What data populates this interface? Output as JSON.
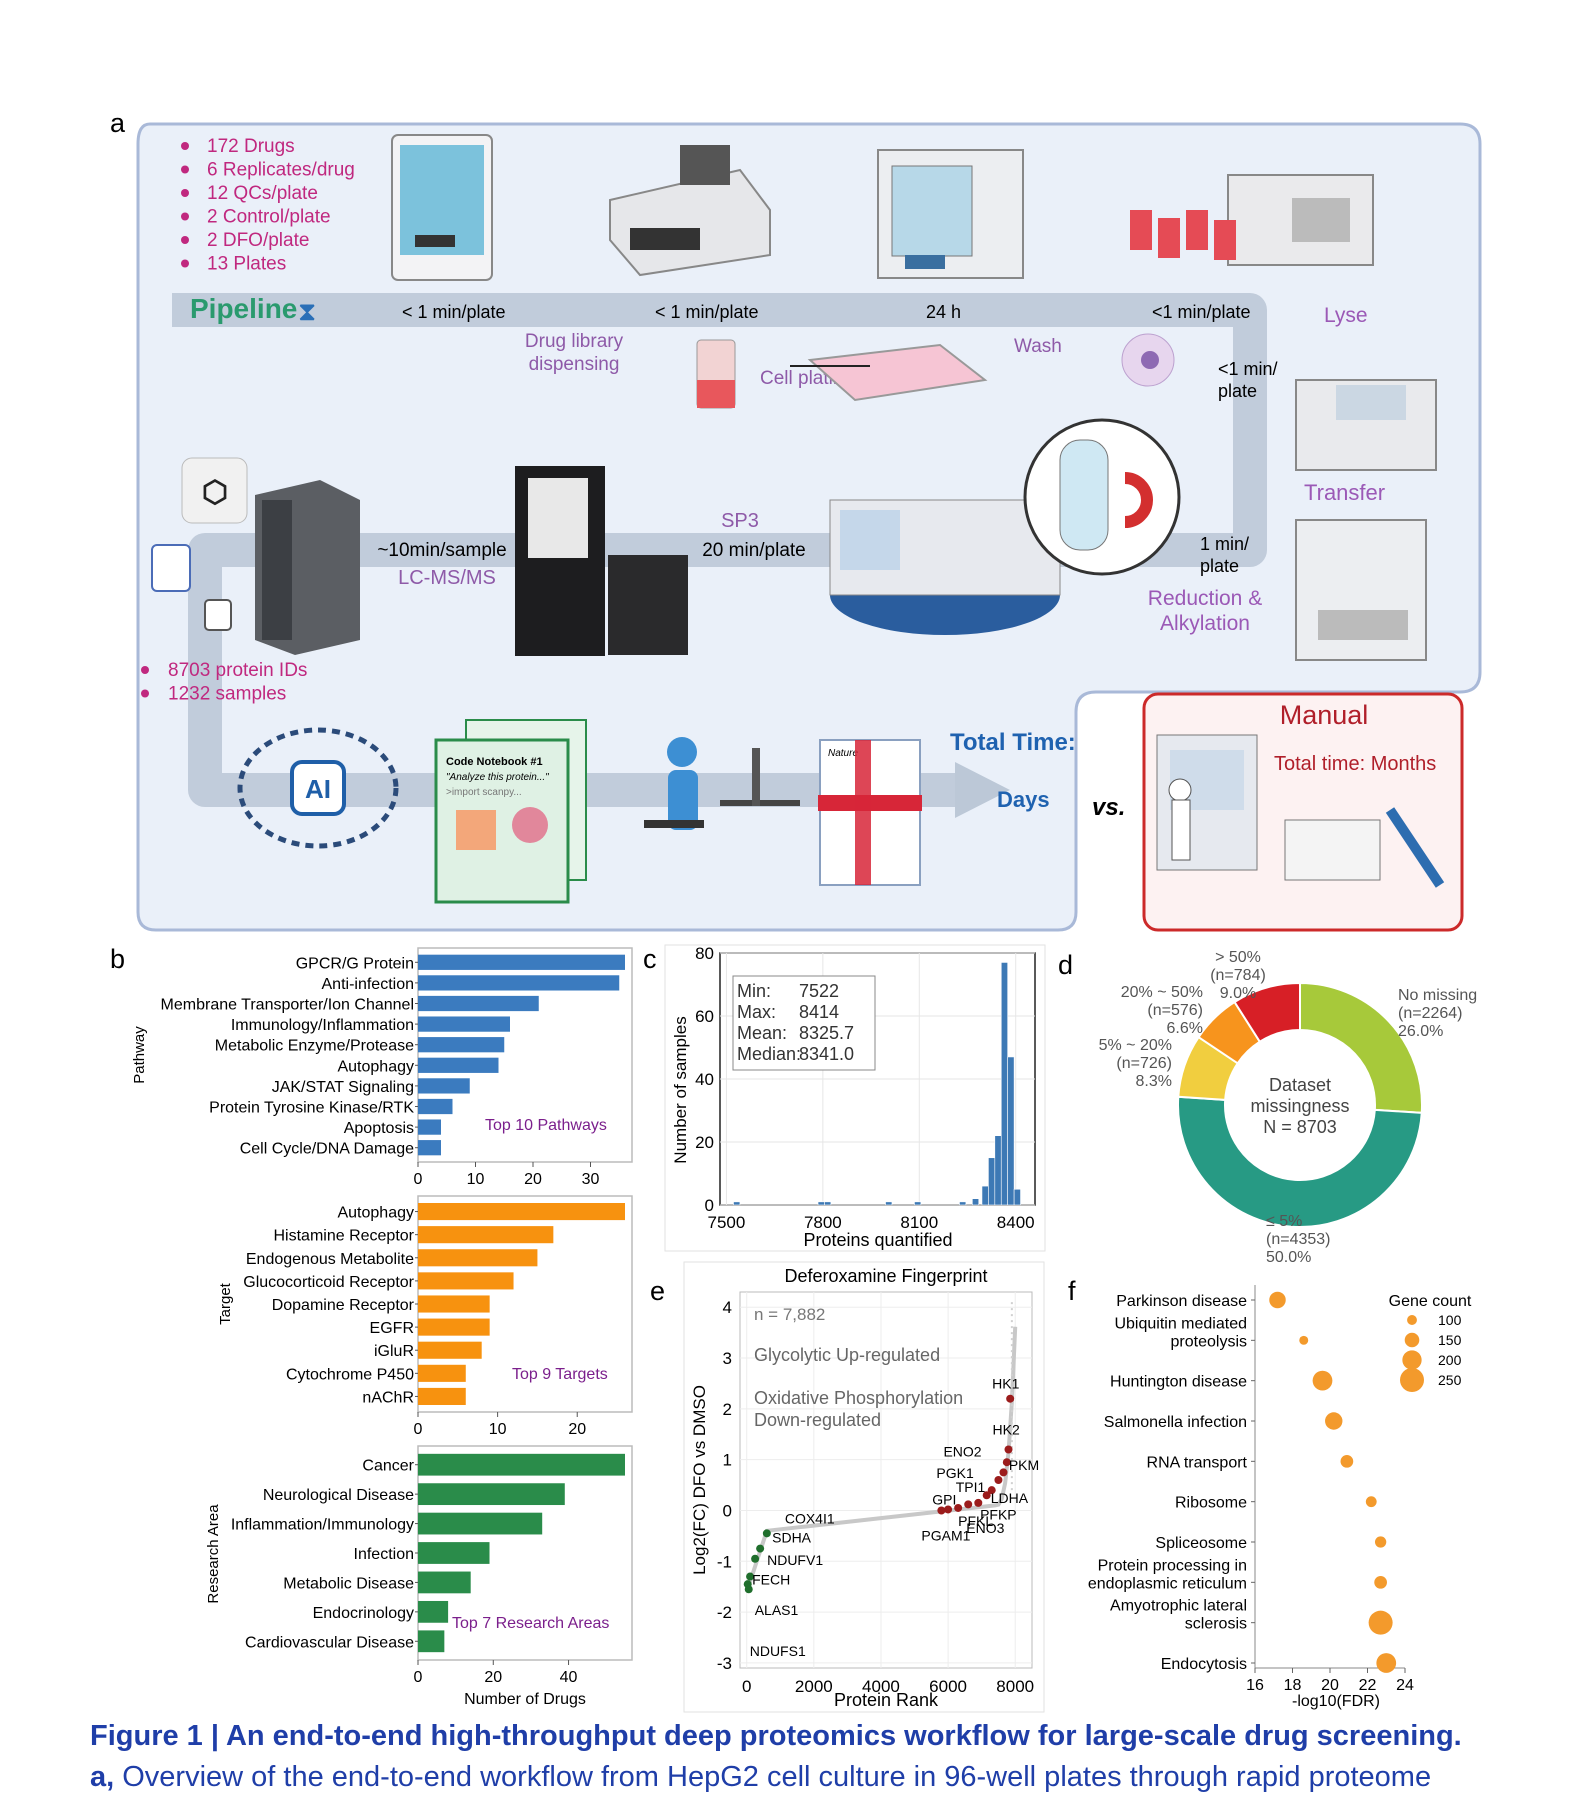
{
  "panel_a": {
    "label": "a",
    "bullets_top": [
      "172 Drugs",
      "6 Replicates/drug",
      "12 QCs/plate",
      "2 Control/plate",
      "2 DFO/plate",
      "13 Plates"
    ],
    "pipeline_label": "Pipeline",
    "times": [
      "< 1 min/plate",
      "< 1 min/plate",
      "24 h",
      "<1 min/plate"
    ],
    "steps": {
      "dispensing": [
        "Drug library",
        "dispensing"
      ],
      "cell_plating": "Cell plating",
      "wash": "Wash",
      "lyse": "Lyse",
      "transfer": "Transfer",
      "reduction": [
        "Reduction &",
        "Alkylation"
      ],
      "sp3": "SP3",
      "lcms": "LC-MS/MS"
    },
    "time_lyse2": [
      "<1 min/",
      "plate"
    ],
    "time_red": [
      "1 min/",
      "plate"
    ],
    "time_sp3": "20 min/plate",
    "time_lcms": "~10min/sample",
    "bullets_bottom": [
      "8703 protein IDs",
      "1232 samples"
    ],
    "ai_label": "AI",
    "notebook": {
      "title": "Code Notebook #1",
      "line1": "\"Analyze this protein...\"",
      "line2": ">import scanpy..."
    },
    "journal": "Nature",
    "total_time_label": "Total Time:",
    "total_time_value": "Days",
    "vs": "vs.",
    "manual_title": "Manual",
    "manual_time": "Total time: Months"
  },
  "panel_b": {
    "label": "b",
    "charts": [
      {
        "ylabel": "Pathway",
        "annotation": "Top 10 Pathways",
        "color": "#3b7bbf",
        "xlim": [
          0,
          36
        ],
        "ticks": [
          0,
          10,
          20,
          30
        ],
        "categories": [
          "GPCR/G Protein",
          "Anti-infection",
          "Membrane Transporter/Ion Channel",
          "Immunology/Inflammation",
          "Metabolic Enzyme/Protease",
          "Autophagy",
          "JAK/STAT Signaling",
          "Protein Tyrosine Kinase/RTK",
          "Apoptosis",
          "Cell Cycle/DNA Damage"
        ],
        "values": [
          36,
          35,
          21,
          16,
          15,
          14,
          9,
          6,
          4,
          4
        ]
      },
      {
        "ylabel": "Target",
        "annotation": "Top 9 Targets",
        "color": "#f7920f",
        "xlim": [
          0,
          26
        ],
        "ticks": [
          0,
          10,
          20
        ],
        "categories": [
          "Autophagy",
          "Histamine Receptor",
          "Endogenous Metabolite",
          "Glucocorticoid Receptor",
          "Dopamine Receptor",
          "EGFR",
          "iGluR",
          "Cytochrome P450",
          "nAChR"
        ],
        "values": [
          26,
          17,
          15,
          12,
          9,
          9,
          8,
          6,
          6
        ]
      },
      {
        "ylabel": "Research Area",
        "annotation": "Top 7 Research Areas",
        "color": "#2a8c4a",
        "xlim": [
          0,
          55
        ],
        "ticks": [
          0,
          20,
          40
        ],
        "xlabel": "Number of Drugs",
        "categories": [
          "Cancer",
          "Neurological Disease",
          "Inflammation/Immunology",
          "Infection",
          "Metabolic Disease",
          "Endocrinology",
          "Cardiovascular Disease"
        ],
        "values": [
          55,
          39,
          33,
          19,
          14,
          8,
          7
        ]
      }
    ]
  },
  "panel_c": {
    "label": "c",
    "xlabel": "Proteins quantified",
    "ylabel": "Number of samples",
    "xlim": [
      7480,
      8460
    ],
    "ylim": [
      0,
      80
    ],
    "xticks": [
      7500,
      7800,
      8100,
      8400
    ],
    "yticks": [
      0,
      20,
      40,
      60,
      80
    ],
    "stats": [
      [
        "Min:",
        "7522"
      ],
      [
        "Max:",
        "8414"
      ],
      [
        "Mean:",
        "8325.7"
      ],
      [
        "Median:",
        "8341.0"
      ]
    ],
    "bins": [
      [
        7522,
        7542,
        1
      ],
      [
        7785,
        7805,
        1
      ],
      [
        7805,
        7825,
        1
      ],
      [
        7995,
        8015,
        1
      ],
      [
        8085,
        8105,
        1
      ],
      [
        8225,
        8245,
        1
      ],
      [
        8265,
        8285,
        2
      ],
      [
        8295,
        8315,
        6
      ],
      [
        8315,
        8335,
        15
      ],
      [
        8335,
        8355,
        22
      ],
      [
        8355,
        8375,
        77
      ],
      [
        8375,
        8395,
        47
      ],
      [
        8395,
        8415,
        5
      ]
    ]
  },
  "panel_d": {
    "label": "d",
    "center": [
      "Dataset",
      "missingness",
      "N = 8703"
    ],
    "slices": [
      {
        "name": "No missing",
        "n": "(n=2264)",
        "pct": "26.0%",
        "value": 26.0,
        "color": "#a7c93a"
      },
      {
        "name": "≤ 5%",
        "n": "(n=4353)",
        "pct": "50.0%",
        "value": 50.0,
        "color": "#279a84"
      },
      {
        "name": "5% ~ 20%",
        "n": "(n=726)",
        "pct": "8.3%",
        "value": 8.3,
        "color": "#f1ce3f"
      },
      {
        "name": "20% ~ 50%",
        "n": "(n=576)",
        "pct": "6.6%",
        "value": 6.6,
        "color": "#f7941d"
      },
      {
        "name": "> 50%",
        "n": "(n=784)",
        "pct": "9.0%",
        "value": 9.0,
        "color": "#d71f26"
      }
    ]
  },
  "panel_e": {
    "label": "e",
    "title": "Deferoxamine Fingerprint",
    "xlabel": "Protein Rank",
    "ylabel": "Log2(FC) DFO vs DMSO",
    "xlim": [
      -200,
      8500
    ],
    "ylim": [
      -3.1,
      4.3
    ],
    "xticks": [
      0,
      2000,
      4000,
      6000,
      8000
    ],
    "yticks": [
      -3,
      -2,
      -1,
      0,
      1,
      2,
      3,
      4
    ],
    "n_text": "n = 7,882",
    "up_text": "Glycolytic Up-regulated",
    "down_text": [
      "Oxidative Phosphorylation",
      "Down-regulated"
    ],
    "up_points": [
      {
        "name": "HK1",
        "x": 7850,
        "y": 2.2
      },
      {
        "name": "HK2",
        "x": 7800,
        "y": 1.2
      },
      {
        "name": "PKM",
        "x": 7750,
        "y": 0.95
      },
      {
        "name": "ENO2",
        "x": 7650,
        "y": 0.75
      },
      {
        "name": "PGK1",
        "x": 7500,
        "y": 0.6
      },
      {
        "name": "TPI1",
        "x": 7300,
        "y": 0.4
      },
      {
        "name": "LDHA",
        "x": 7150,
        "y": 0.3
      },
      {
        "name": "GPI",
        "x": 6600,
        "y": 0.12
      },
      {
        "name": "PFKL",
        "x": 6300,
        "y": 0.05
      },
      {
        "name": "PFKP",
        "x": 6000,
        "y": 0.02
      },
      {
        "name": "PGAM1",
        "x": 5800,
        "y": 0.0
      },
      {
        "name": "ENO3",
        "x": 6900,
        "y": 0.15
      }
    ],
    "down_points": [
      {
        "name": "COX4I1",
        "x": 600,
        "y": -0.45
      },
      {
        "name": "SDHA",
        "x": 400,
        "y": -0.75
      },
      {
        "name": "NDUFV1",
        "x": 250,
        "y": -0.95
      },
      {
        "name": "FECH",
        "x": 100,
        "y": -1.3
      },
      {
        "name": "ALAS1",
        "x": 60,
        "y": -1.55
      },
      {
        "name": "NDUFS1",
        "x": 30,
        "y": -1.45
      }
    ]
  },
  "panel_f": {
    "label": "f",
    "xlabel": "-log10(FDR)",
    "xlim": [
      16,
      24
    ],
    "xticks": [
      16,
      18,
      20,
      22,
      24
    ],
    "legend_title": "Gene count",
    "legend_sizes": [
      100,
      150,
      200,
      250
    ],
    "terms": [
      {
        "name": [
          "Parkinson disease"
        ],
        "x": 17.2,
        "count": 170
      },
      {
        "name": [
          "Ubiquitin mediated",
          "proteolysis"
        ],
        "x": 18.6,
        "count": 90
      },
      {
        "name": [
          "Huntington disease"
        ],
        "x": 19.6,
        "count": 205
      },
      {
        "name": [
          "Salmonella infection"
        ],
        "x": 20.2,
        "count": 180
      },
      {
        "name": [
          "RNA transport"
        ],
        "x": 20.9,
        "count": 130
      },
      {
        "name": [
          "Ribosome"
        ],
        "x": 22.2,
        "count": 110
      },
      {
        "name": [
          "Spliceosome"
        ],
        "x": 22.7,
        "count": 115
      },
      {
        "name": [
          "Protein processing in",
          "endoplasmic reticulum"
        ],
        "x": 22.7,
        "count": 130
      },
      {
        "name": [
          "Amyotrophic lateral",
          "sclerosis"
        ],
        "x": 22.7,
        "count": 250
      },
      {
        "name": [
          "Endocytosis"
        ],
        "x": 23.0,
        "count": 205
      }
    ]
  },
  "caption": {
    "title": "Figure 1 | An end-to-end high-throughput deep proteomics workflow for large-scale drug screening.",
    "lead": "a,",
    "body": " Overview of the end-to-end workflow from HepG2 cell culture in 96-well plates through rapid proteome"
  }
}
